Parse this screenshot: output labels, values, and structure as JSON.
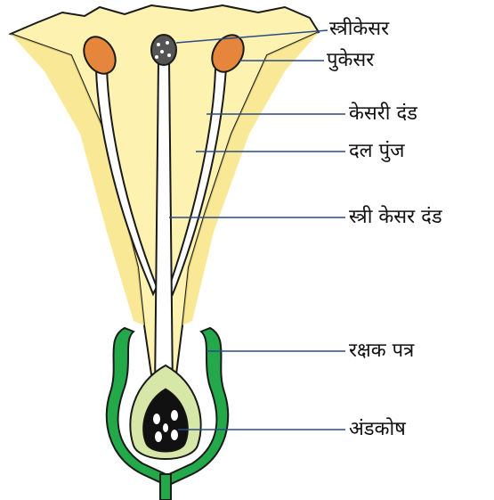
{
  "labels": {
    "stigma": "स्त्रीकेसर",
    "anther": "पुकेसर",
    "filament": "केसरी दंड",
    "corolla": "दल पुंज",
    "style": "स्त्री केसर दंड",
    "sepal": "रक्षक पत्र",
    "ovary": "अंडकोष"
  },
  "colors": {
    "petal": "#fdf2b0",
    "petal_edge": "#f6dc6a",
    "anther": "#e6863c",
    "sepal": "#23a84a",
    "ovary_wall": "#d7e7a8",
    "ovule": "#111111",
    "line": "#1a1a1a",
    "leader": "#2a4a8a"
  }
}
